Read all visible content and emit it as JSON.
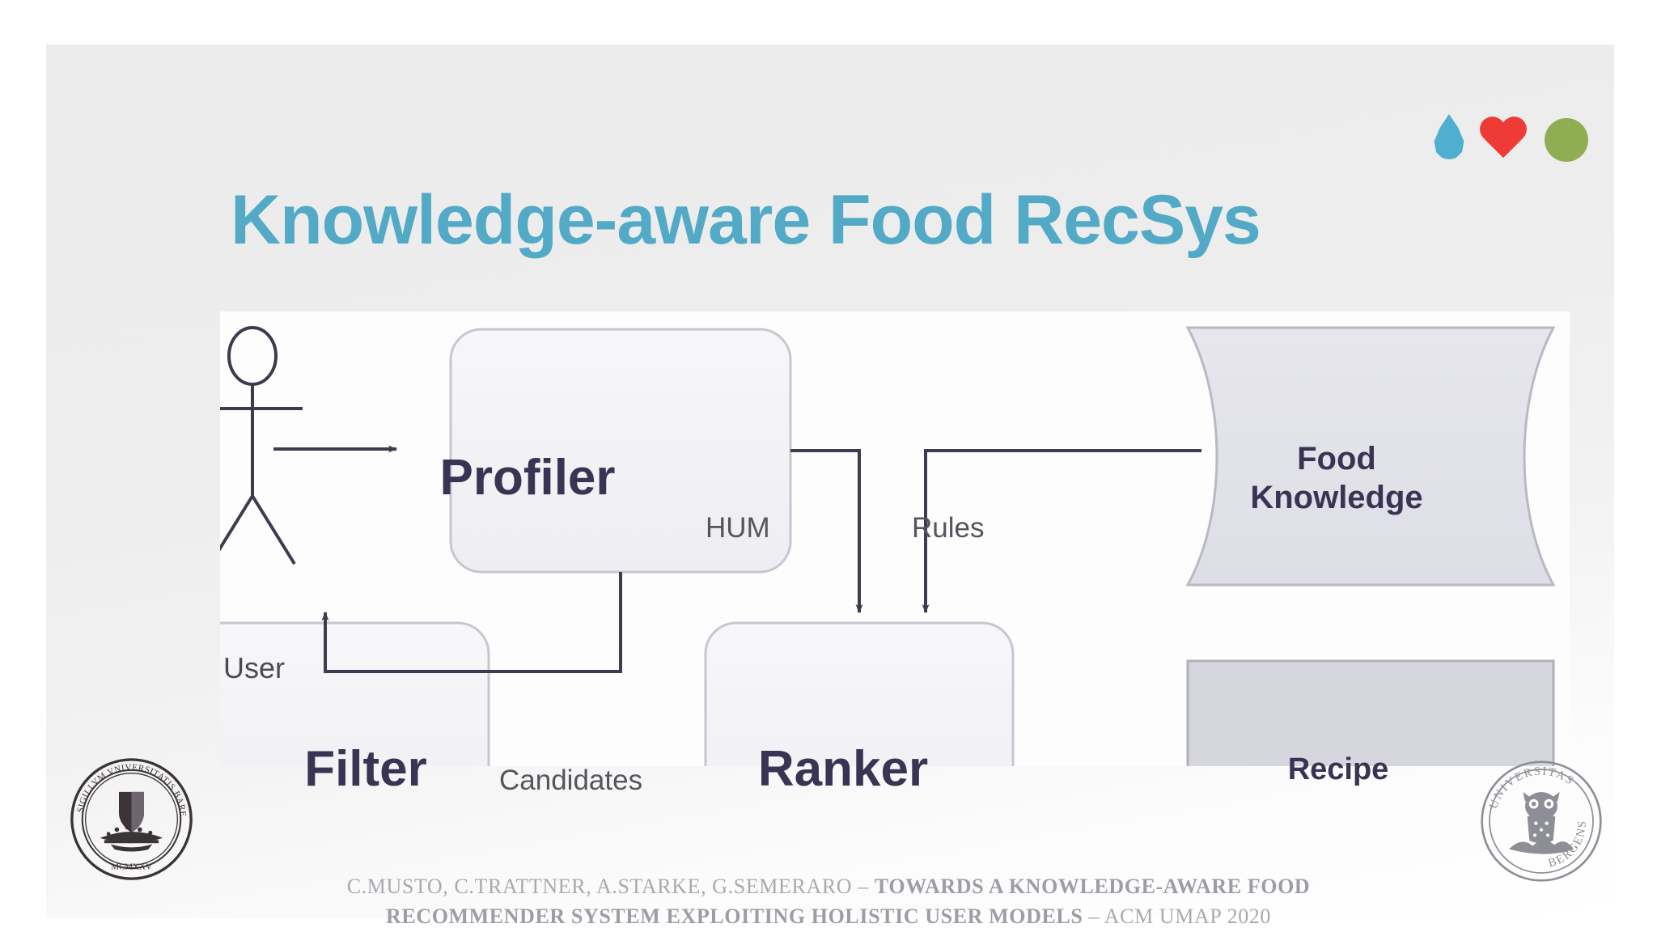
{
  "slide": {
    "title": "Knowledge-aware Food RecSys",
    "title_color": "#52AAC6",
    "background_color": "#ececec"
  },
  "icons": [
    {
      "name": "water-drop-icon",
      "color": "#4FAFD0"
    },
    {
      "name": "heart-icon",
      "color": "#EF3B36"
    },
    {
      "name": "green-circle-icon",
      "color": "#8FAE54"
    }
  ],
  "diagram": {
    "type": "flowchart",
    "nodes": [
      {
        "id": "user",
        "label": "User",
        "shape": "actor"
      },
      {
        "id": "profiler",
        "label": "Profiler",
        "shape": "rounded-rect"
      },
      {
        "id": "filter",
        "label": "Filter",
        "shape": "rounded-rect"
      },
      {
        "id": "ranker",
        "label": "Ranker",
        "shape": "rounded-rect"
      },
      {
        "id": "food_kb",
        "label_line1": "Food",
        "label_line2": "Knowledge",
        "shape": "document"
      },
      {
        "id": "recipe",
        "label": "Recipe",
        "shape": "document"
      }
    ],
    "edges": [
      {
        "from": "user",
        "to": "profiler",
        "label": ""
      },
      {
        "from": "profiler",
        "to": "filter",
        "label": ""
      },
      {
        "from": "profiler",
        "to": "ranker",
        "label": "HUM"
      },
      {
        "from": "food_kb",
        "to": "ranker",
        "label": "Rules"
      },
      {
        "from": "filter",
        "to": "ranker",
        "label": "Candidates"
      },
      {
        "from": "ranker",
        "to": "recipe",
        "label": ""
      }
    ],
    "edge_labels": {
      "hum": "HUM",
      "rules": "Rules",
      "candidates": "Candidates"
    },
    "node_text_color": "#3b3354",
    "edge_color": "#3e3a4f"
  },
  "logos": [
    {
      "name": "university-of-bari-seal",
      "text": "SIGILLUM UNIVERSITATIS BARENSIS MCMXXV"
    },
    {
      "name": "university-of-bergen-seal",
      "text": "UNIVERSITAS BERGENSIS"
    }
  ],
  "footer": {
    "line1_normal": "C.MUSTO, C.TRATTNER, A.STARKE, G.SEMERARO – ",
    "line1_strong": "TOWARDS A KNOWLEDGE-AWARE FOOD",
    "line2_strong": "RECOMMENDER SYSTEM EXPLOITING HOLISTIC USER MODELS",
    "line2_normal": " – ACM UMAP 2020"
  }
}
